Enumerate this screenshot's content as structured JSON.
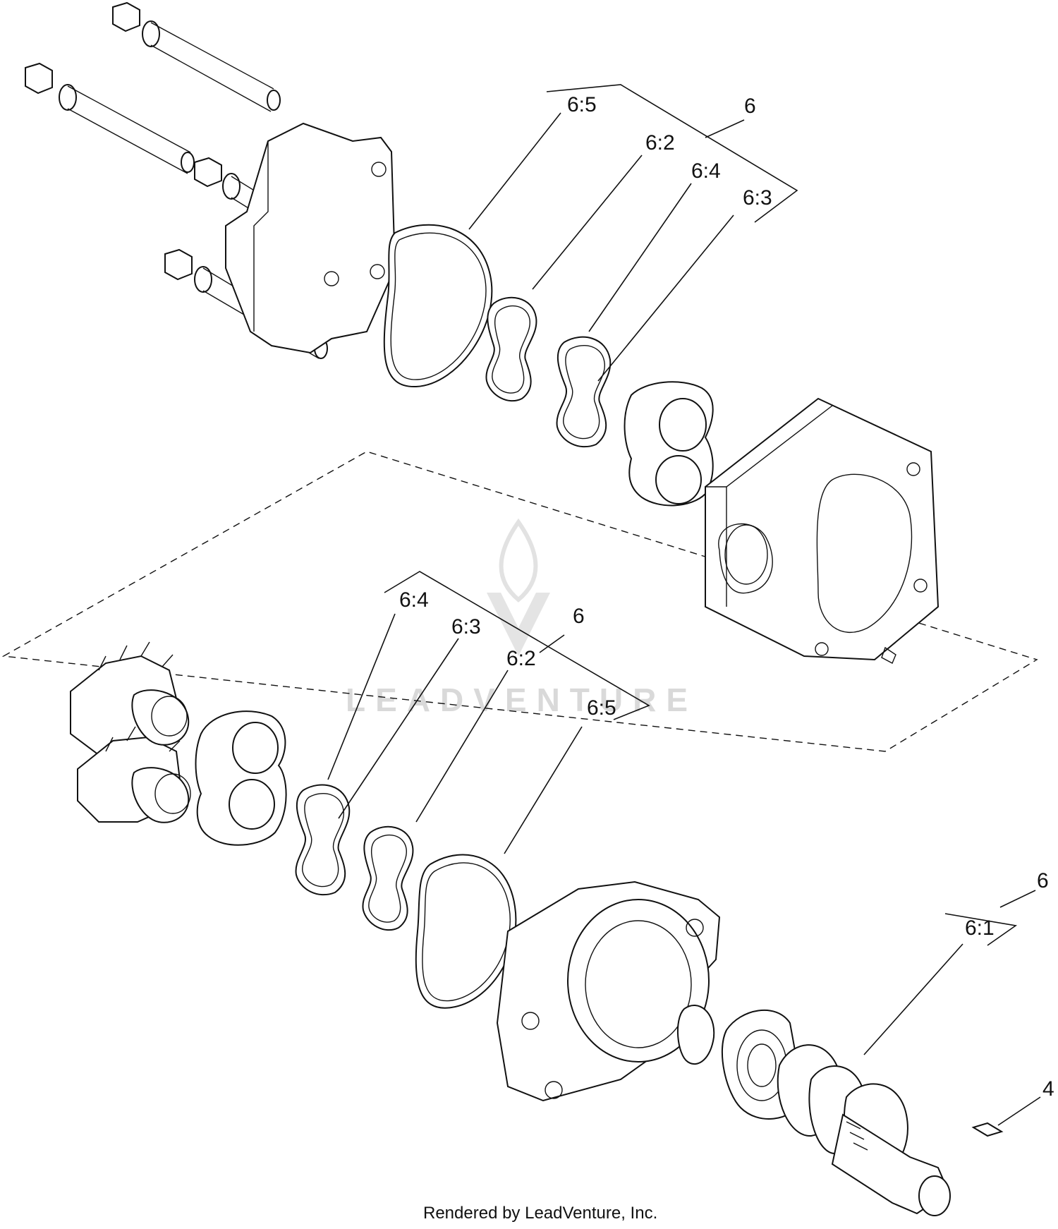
{
  "labels": {
    "top": {
      "group": "6",
      "items": [
        "6:5",
        "6:2",
        "6:4",
        "6:3"
      ]
    },
    "middle": {
      "group": "6",
      "items": [
        "6:4",
        "6:3",
        "6:2",
        "6:5"
      ]
    },
    "bottom_right": {
      "group": "6",
      "item": "6:1",
      "part": "4"
    }
  },
  "watermark": "LEADVENTURE",
  "credit": "Rendered by LeadVenture, Inc.",
  "colors": {
    "line": "#111111",
    "watermark": "#d9d9d9",
    "background": "#ffffff"
  }
}
